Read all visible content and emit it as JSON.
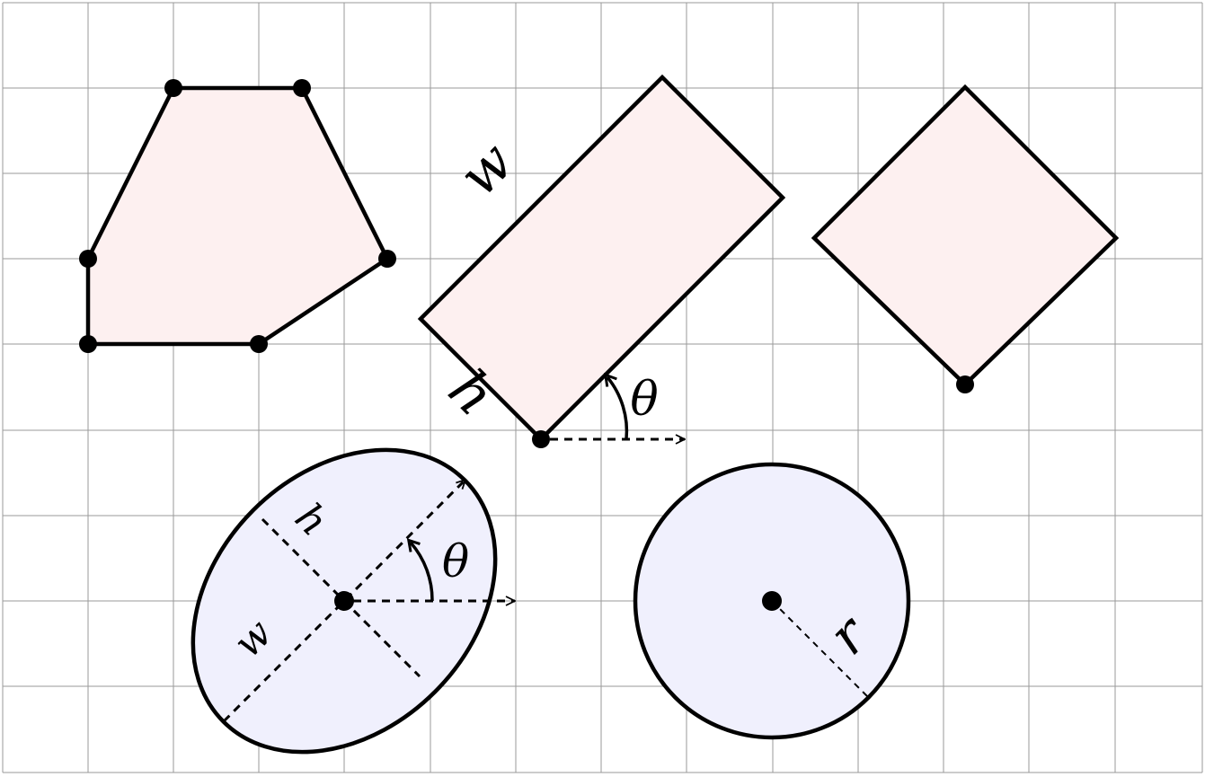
{
  "colors": {
    "polygon_fill": "#fdf0f0",
    "ellipse_fill": "#f0f0fd",
    "stroke": "#000000",
    "grid": "#9a9a9a"
  },
  "labels": {
    "rect_width": "w",
    "rect_height": "h",
    "rect_angle": "θ",
    "ellipse_width": "w",
    "ellipse_height": "h",
    "ellipse_angle": "θ",
    "circle_radius": "r"
  }
}
